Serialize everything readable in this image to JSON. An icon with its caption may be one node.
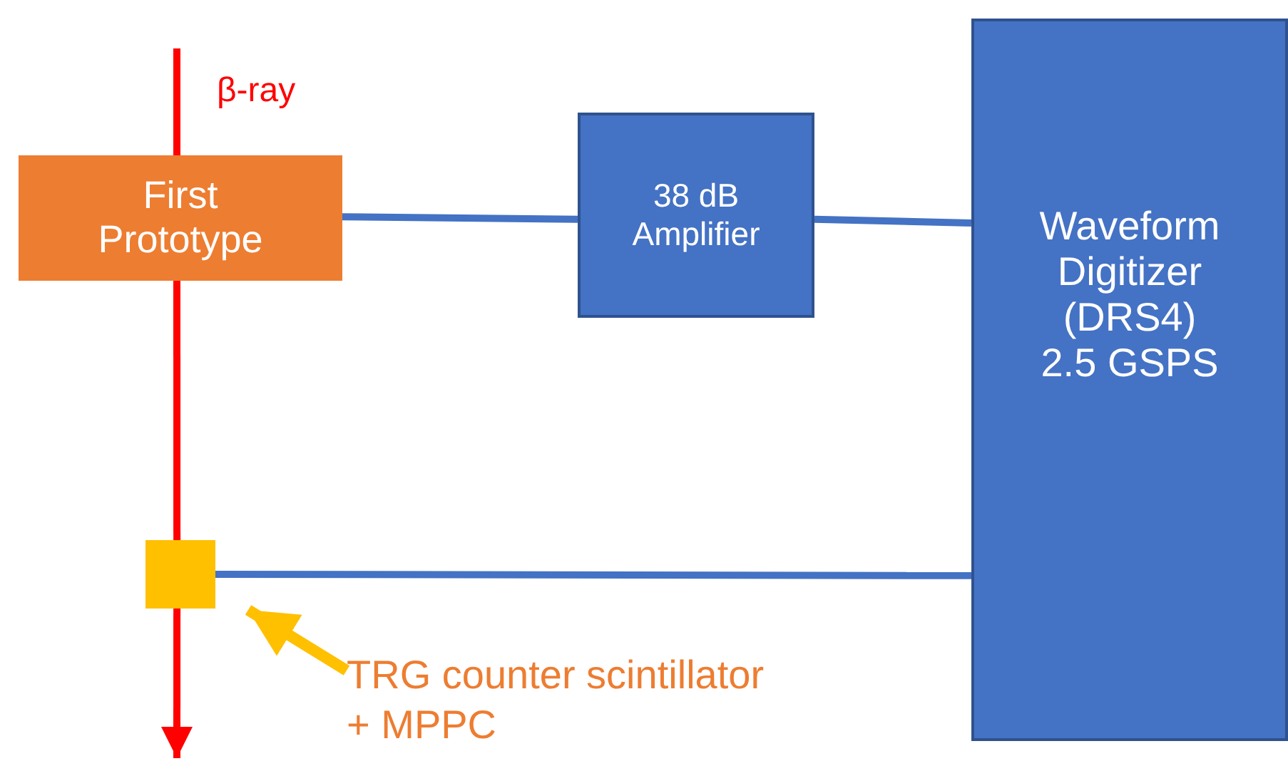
{
  "diagram": {
    "nodes": [
      {
        "text": [
          "First Prototype"
        ]
      },
      {
        "text": [
          "38 dB Amplifier"
        ]
      },
      {
        "text": [
          "Waveform Digitizer (DRS4) 2.5 GSPS"
        ]
      },
      {
        "text": [],
        "shape": "box"
      },
      {
        "text": [
          "TRG counter scintillator + MPPC"
        ]
      }
    ],
    "edges": [
      {
        "from": null,
        "to": 0,
        "arrow": "none",
        "color": "#ff0000"
      },
      {
        "from": 0,
        "to": 3,
        "arrow": "none",
        "color": "#ff0000"
      },
      {
        "from": 3,
        "to": null,
        "arrow": "to",
        "color": "#ff0000"
      },
      {
        "from": 0,
        "to": 1,
        "arrow": "none",
        "color": "#4472c4"
      },
      {
        "from": 1,
        "to": 2,
        "arrow": "none",
        "color": "#4472c4"
      },
      {
        "from": 3,
        "to": 2,
        "arrow": "none",
        "color": "#4472c4"
      },
      {
        "from": 4,
        "to": 3,
        "arrow": "to",
        "color": "#ffc000"
      }
    ],
    "labels": [
      "β-ray"
    ]
  }
}
